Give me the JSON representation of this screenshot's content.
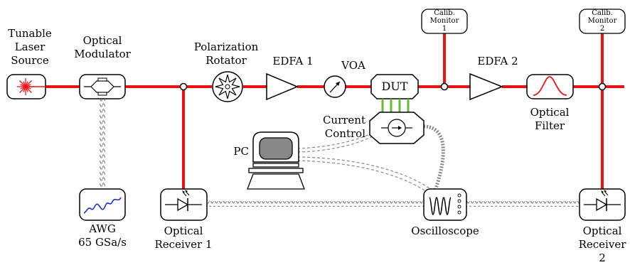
{
  "labels": {
    "tunable_laser": "Tunable\nLaser\nSource",
    "optical_modulator": "Optical\nModulator",
    "polarization_rotator": "Polarization\nRotator",
    "edfa1": "EDFA 1",
    "voa": "VOA",
    "dut": "DUT",
    "edfa2": "EDFA 2",
    "calib_monitor_1": "Calib.\nMonitor\n1",
    "calib_monitor_2": "Calib.\nMonitor\n2",
    "optical_filter": "Optical\nFilter",
    "current_control": "Current\nControl",
    "pc": "PC",
    "awg": "AWG\n65 GSa/s",
    "optical_receiver_1": "Optical\nReceiver 1",
    "oscilloscope": "Oscilloscope",
    "optical_receiver_2": "Optical\nReceiver 2"
  },
  "colors": {
    "fiber": "#ee1111",
    "laser": "#ee1111",
    "awg_wave": "#1a2fd6",
    "filter_curve": "#ee1111",
    "dut_pins": "#66bb33",
    "screen": "#888888"
  },
  "icons": {
    "laser": "starburst-laser-icon",
    "modulator": "mach-zehnder-modulator-icon",
    "rotator": "star-polarization-icon",
    "amplifier": "triangle-amplifier-icon",
    "voa": "dial-arrow-icon",
    "photodiode": "photodiode-icon",
    "oscilloscope": "waveform-scope-icon",
    "filter": "bandpass-curve-icon",
    "current_source": "current-source-icon",
    "pc": "computer-terminal-icon"
  }
}
